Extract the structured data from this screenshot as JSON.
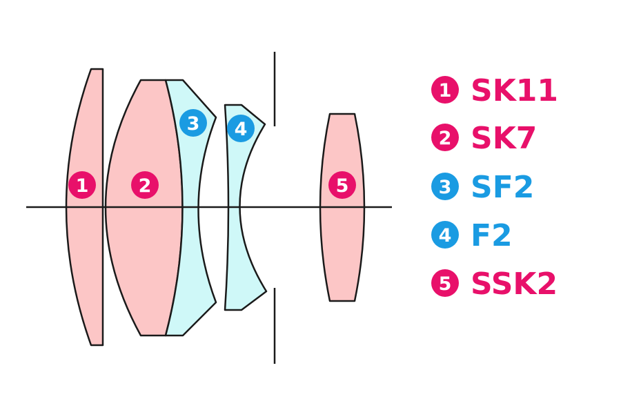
{
  "colors": {
    "crown_fill": "#fcc6c6",
    "flint_fill": "#cff8f8",
    "crown_label": "#e8106a",
    "flint_label": "#1a9be2",
    "outline": "#1a1a1a"
  },
  "elements": [
    {
      "number": "1",
      "glass": "SK11",
      "type": "crown"
    },
    {
      "number": "2",
      "glass": "SK7",
      "type": "crown"
    },
    {
      "number": "3",
      "glass": "SF2",
      "type": "flint"
    },
    {
      "number": "4",
      "glass": "F2",
      "type": "flint"
    },
    {
      "number": "5",
      "glass": "SSK2",
      "type": "crown"
    }
  ]
}
